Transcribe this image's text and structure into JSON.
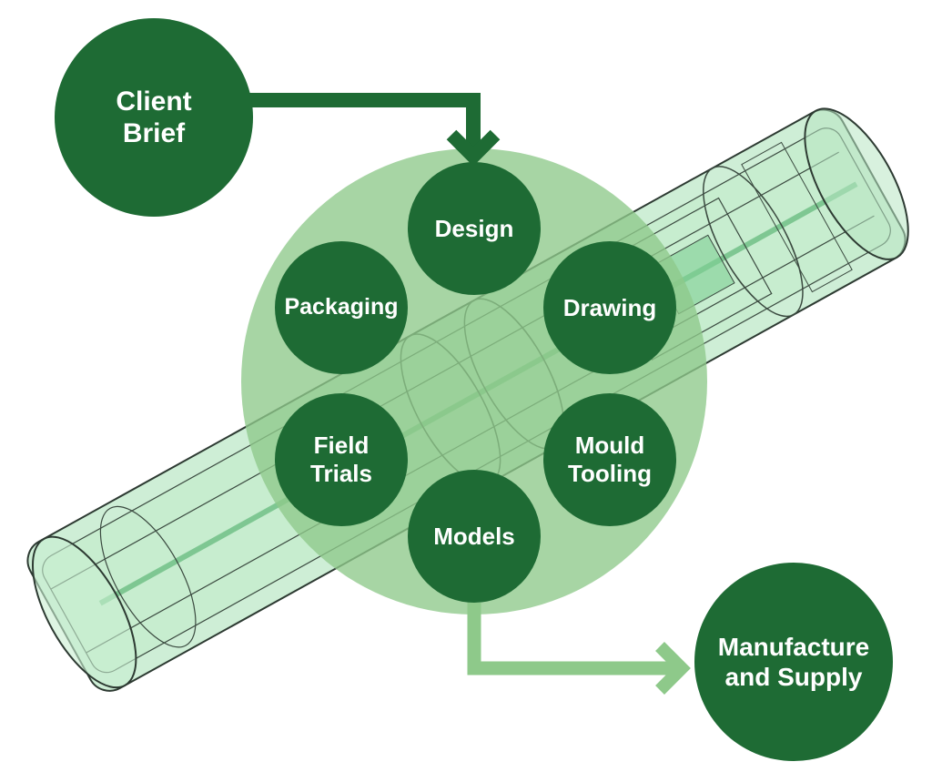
{
  "colors": {
    "dark_green": "#1e6b34",
    "light_green": "#8ec98a",
    "tube_fill": "#9fdcae",
    "tube_outline": "#2d3a32"
  },
  "nodes": {
    "client_brief": "Client\nBrief",
    "design": "Design",
    "drawing": "Drawing",
    "mould_tooling": "Mould\nTooling",
    "models": "Models",
    "field_trials": "Field\nTrials",
    "packaging": "Packaging",
    "manufacture": "Manufacture\nand Supply"
  },
  "connectors": {
    "brief_to_design": "arrow",
    "models_to_manufacture": "arrow"
  },
  "background": {
    "illustration": "transparent-green-tube-product-drawing"
  }
}
